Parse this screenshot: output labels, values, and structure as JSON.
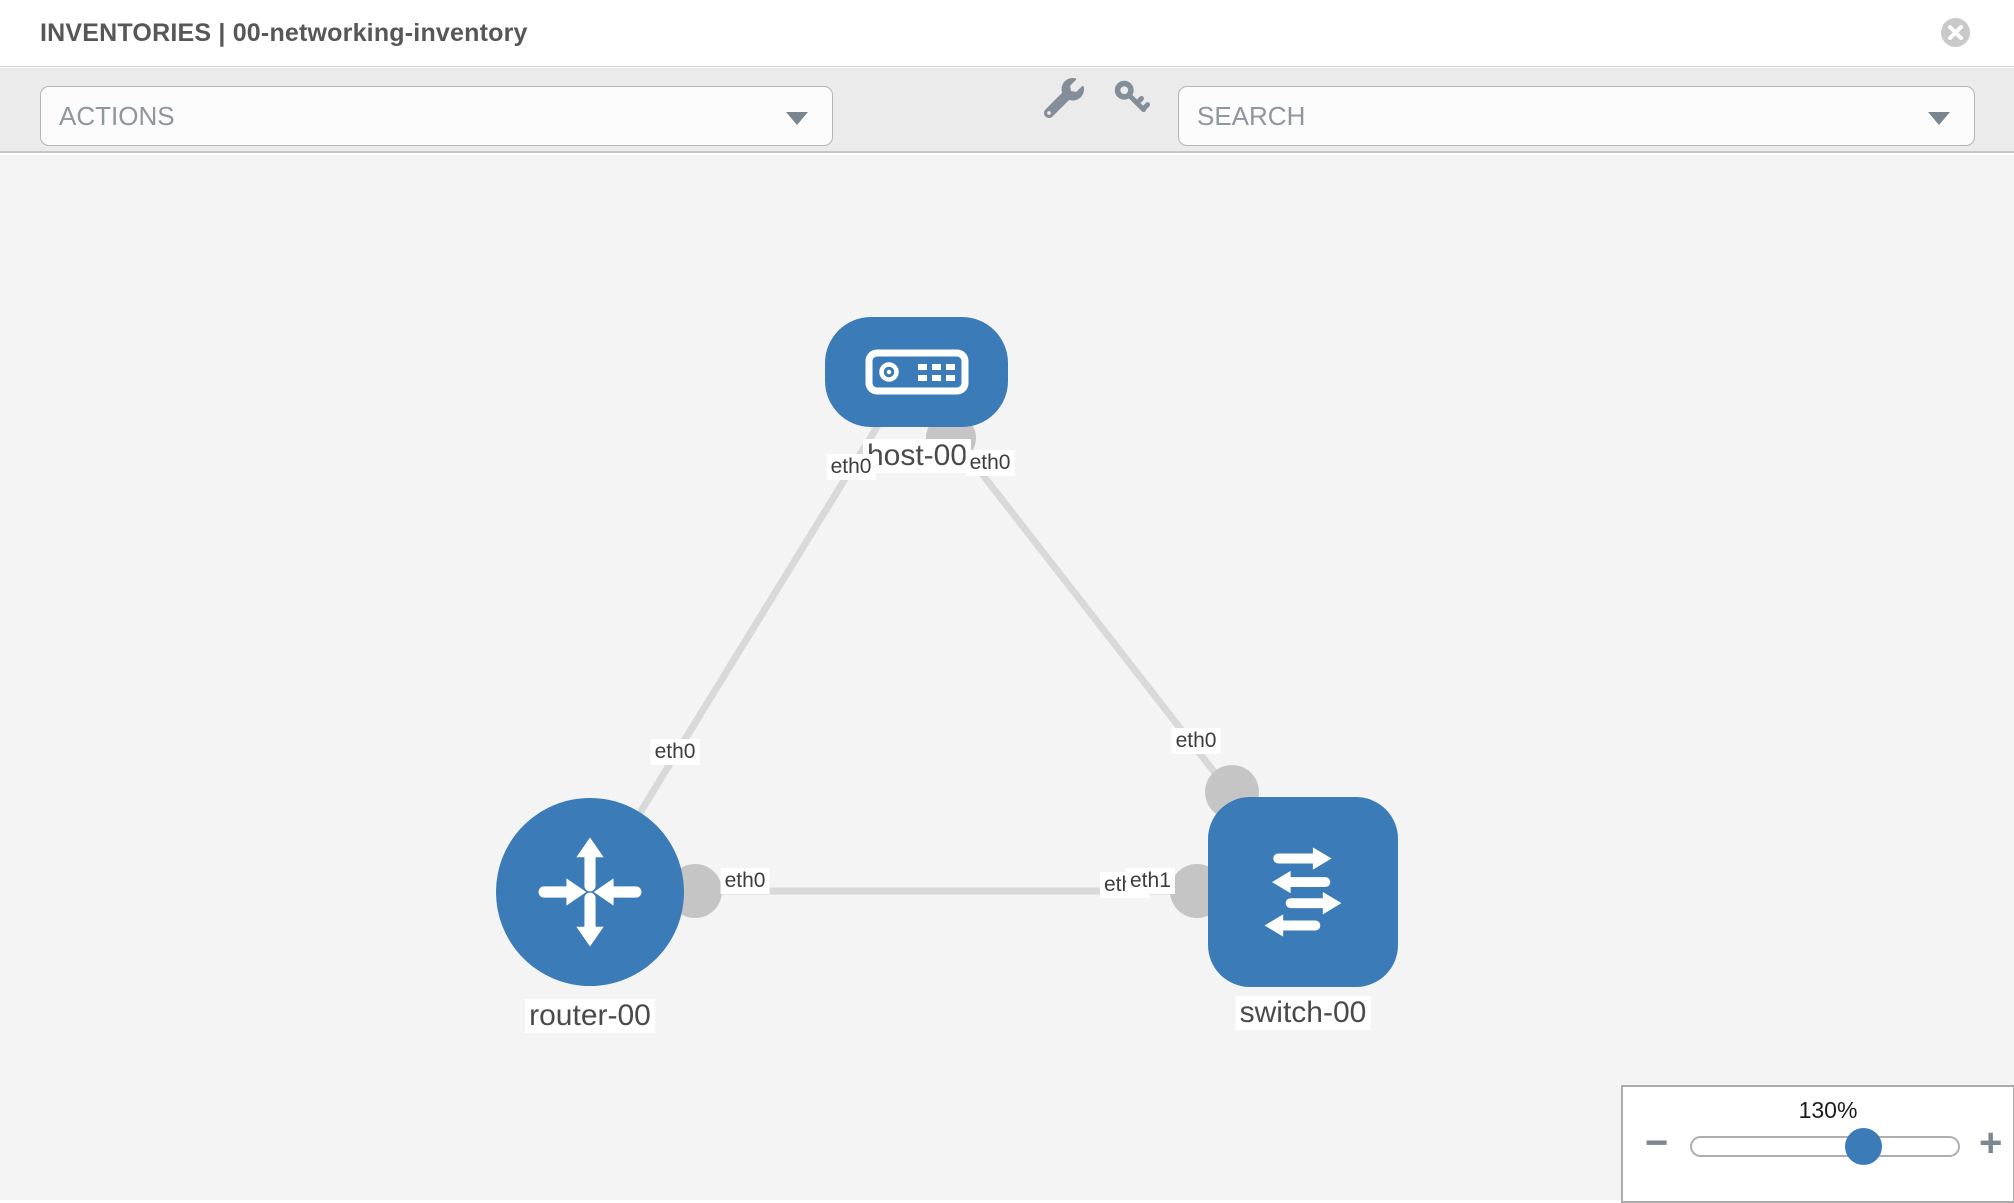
{
  "header": {
    "title": "INVENTORIES | 00-networking-inventory",
    "close_icon": "circle-x-icon"
  },
  "toolbar": {
    "actions_dropdown": {
      "label": "ACTIONS"
    },
    "tool_icons": [
      "wrench-icon",
      "key-icon"
    ],
    "search_dropdown": {
      "placeholder": "SEARCH"
    }
  },
  "topology": {
    "nodes": [
      {
        "id": "host-00",
        "type": "host",
        "label": "host-00"
      },
      {
        "id": "router-00",
        "type": "router",
        "label": "router-00"
      },
      {
        "id": "switch-00",
        "type": "switch",
        "label": "switch-00"
      }
    ],
    "links": [
      {
        "source": "router-00",
        "target": "host-00",
        "source_label": "eth0",
        "target_label": "eth0"
      },
      {
        "source": "switch-00",
        "target": "host-00",
        "source_label": "eth0",
        "target_label": "eth0"
      },
      {
        "source": "router-00",
        "target": "switch-00",
        "source_label": "eth0",
        "target_label": "eth1",
        "occluded_label": "eth0"
      }
    ]
  },
  "zoom_control": {
    "level": "130%",
    "percent": 130,
    "minus_glyph": "−",
    "plus_glyph": "+"
  },
  "colors": {
    "node_blue": "#3b7cb8",
    "canvas_bg": "#f4f4f4",
    "toolbar_bg": "#ebebeb",
    "link_gray": "#d9d9d9",
    "endpoint_gray": "#c5c5c5"
  }
}
